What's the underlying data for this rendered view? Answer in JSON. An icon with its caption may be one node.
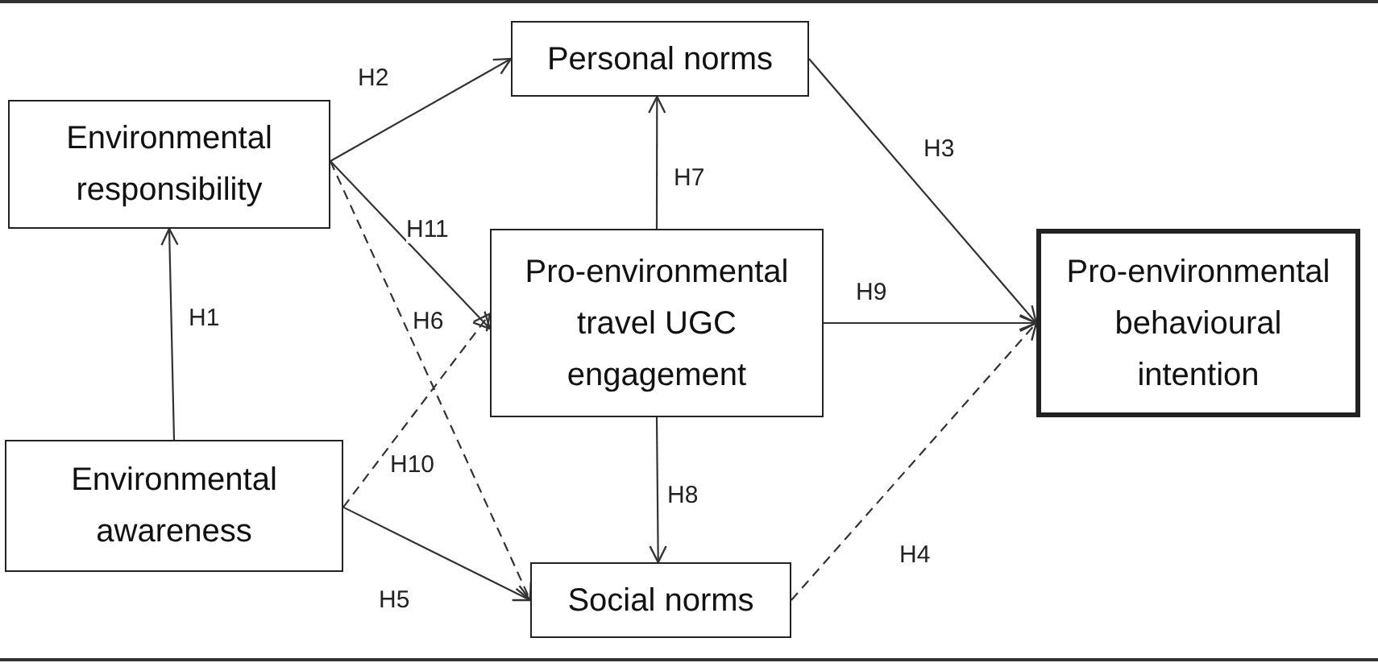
{
  "diagram": {
    "nodes": [
      {
        "text": [
          "Environmental responsibility"
        ]
      },
      {
        "text": [
          "Personal norms"
        ]
      },
      {
        "text": [
          "Pro-environmental travel UGC engagement"
        ]
      },
      {
        "text": [
          "Pro-environmental behavioural intention"
        ]
      },
      {
        "text": [
          "Environmental awareness"
        ]
      },
      {
        "text": [
          "Social norms"
        ]
      }
    ],
    "edges": [
      {
        "from": 4,
        "to": 0,
        "arrow": "to",
        "label": "H1"
      },
      {
        "from": 0,
        "to": 1,
        "arrow": "to",
        "label": "H2"
      },
      {
        "from": 1,
        "to": 3,
        "arrow": "to",
        "label": "H3"
      },
      {
        "from": 5,
        "to": 3,
        "arrow": "to",
        "label": "H4",
        "style": "dashed"
      },
      {
        "from": 4,
        "to": 5,
        "arrow": "to",
        "label": "H5"
      },
      {
        "from": 0,
        "to": 5,
        "arrow": "to",
        "label": "H6",
        "style": "dashed"
      },
      {
        "from": 2,
        "to": 1,
        "arrow": "to",
        "label": "H7"
      },
      {
        "from": 2,
        "to": 5,
        "arrow": "to",
        "label": "H8"
      },
      {
        "from": 2,
        "to": 3,
        "arrow": "to",
        "label": "H9"
      },
      {
        "from": 4,
        "to": 2,
        "arrow": "to",
        "label": "H10",
        "style": "dashed"
      },
      {
        "from": 0,
        "to": 2,
        "arrow": "to",
        "label": "H11"
      }
    ]
  }
}
